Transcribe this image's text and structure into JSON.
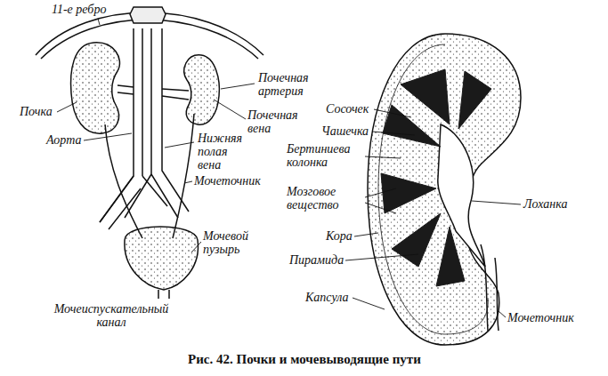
{
  "diagram": {
    "caption": "Рис. 42. Почки и мочевыводящие пути",
    "labels": [
      "11-е ребро",
      "Почечная артерия",
      "Почка",
      "Почечная вена",
      "Аорта",
      "Нижняя полая вена",
      "Мочеточник",
      "Мочевой пузырь",
      "Мочеиспускательный канал",
      "Сосочек",
      "Чашечка",
      "Бертиниева колонка",
      "Мозговое вещество",
      "Кора",
      "Пирамида",
      "Капсула",
      "Лоханка",
      "Мочеточник"
    ]
  }
}
